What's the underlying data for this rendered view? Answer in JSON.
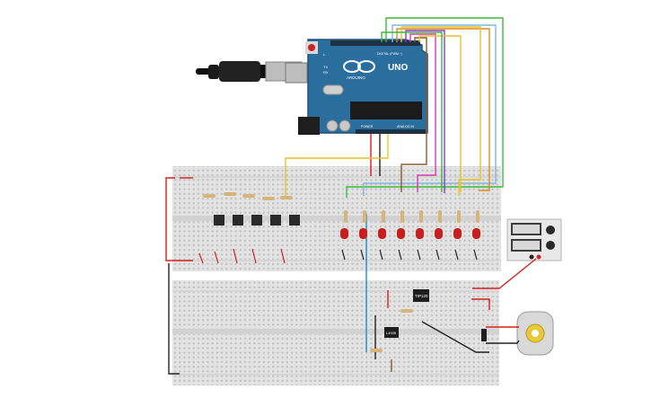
{
  "arduino": {
    "brand": "ARDUINO",
    "model": "UNO",
    "digital_header": "DIGITAL (PWM ~)",
    "power_header": "POWER",
    "analog_header": "ANALOG IN",
    "tx_label": "TX",
    "rx_label": "RX",
    "l_label": "L"
  },
  "components": {
    "transistor_label": "TIP120",
    "ic_label": "L4935"
  },
  "colors": {
    "board_blue": "#2a6e9e",
    "breadboard": "#e3e3e3",
    "wire_red": "#d62020",
    "wire_black": "#222222",
    "wire_blue": "#1f8fd6",
    "wire_yellow": "#e6c22e",
    "wire_green": "#3cba3c",
    "wire_orange": "#e08a1e",
    "wire_purple": "#8a3ccf",
    "wire_magenta": "#d63cb4",
    "wire_brown": "#8a5a2e",
    "wire_lightblue": "#7fb8e0",
    "led_red": "#c81e1e"
  },
  "icons": [
    "usb-cable-icon",
    "power-supply-icon",
    "dc-motor-icon"
  ]
}
